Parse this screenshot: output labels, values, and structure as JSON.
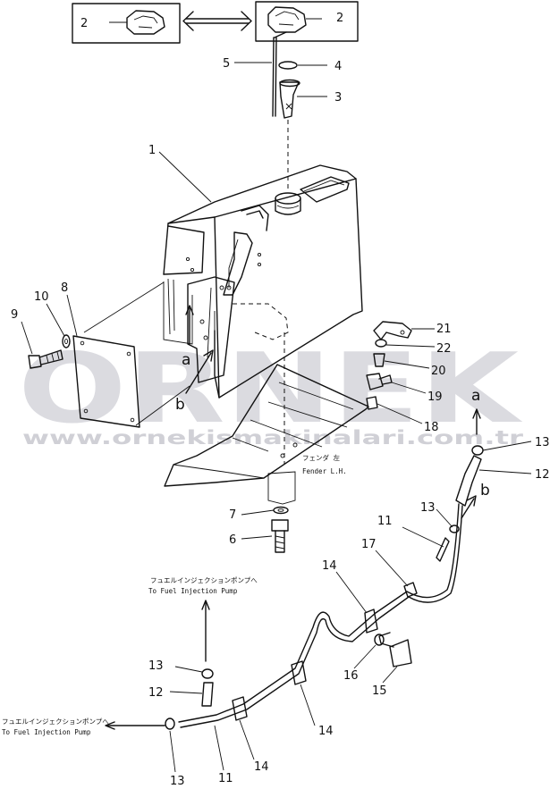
{
  "watermark": {
    "brand": "ORNEK",
    "url": "www.ornekismakinalari.com.tr",
    "color": "#cfcfd6"
  },
  "notes": {
    "fender_jp": "フェンダ 左",
    "fender_en": "Fender L.H.",
    "pump_jp_1": "フュエルインジェクションポンプへ",
    "pump_en_1": "To Fuel Injection Pump",
    "pump_jp_2": "フュエルインジェクションポンプへ",
    "pump_en_2": "To Fuel Injection Pump"
  },
  "view_labels": {
    "a_tank": "a",
    "b_tank": "b",
    "a_right": "a",
    "b_right": "b"
  },
  "callouts": {
    "c1": "1",
    "c2a": "2",
    "c2b": "2",
    "c3": "3",
    "c4": "4",
    "c5": "5",
    "c6": "6",
    "c7": "7",
    "c8": "8",
    "c9": "9",
    "c10": "10",
    "c11a": "11",
    "c11b": "11",
    "c12a": "12",
    "c12b": "12",
    "c13a": "13",
    "c13b": "13",
    "c13c": "13",
    "c13d": "13",
    "c14a": "14",
    "c14b": "14",
    "c14c": "14",
    "c15": "15",
    "c16": "16",
    "c17": "17",
    "c18": "18",
    "c19": "19",
    "c20": "20",
    "c21": "21",
    "c22": "22"
  }
}
